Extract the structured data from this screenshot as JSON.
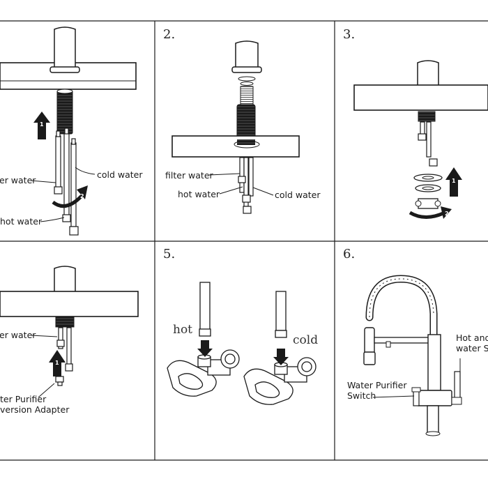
{
  "steps": [
    {
      "number": "",
      "labels": {
        "filter_water": "er water",
        "cold_water": "cold water",
        "hot_water": "hot water"
      },
      "arrows": [
        "1",
        "2"
      ]
    },
    {
      "number": "2.",
      "labels": {
        "filter_water": "filter water",
        "hot_water": "hot water",
        "cold_water": "cold water"
      }
    },
    {
      "number": "3.",
      "arrows": [
        "1",
        "2"
      ]
    },
    {
      "number": "",
      "labels": {
        "filter_water": "er water",
        "adapter_line1": "ter Purifier",
        "adapter_line2": "version Adapter"
      },
      "arrows": [
        "1"
      ]
    },
    {
      "number": "5.",
      "labels": {
        "hot": "hot",
        "cold": "cold"
      }
    },
    {
      "number": "6.",
      "labels": {
        "mixer_line1": "Hot and",
        "mixer_line2": "water Sw",
        "purifier_line1": "Water Purifier",
        "purifier_line2": "Switch"
      }
    }
  ],
  "colors": {
    "line": "#1a1a1a",
    "hose": "#2b2b2b",
    "paper": "#ffffff"
  }
}
